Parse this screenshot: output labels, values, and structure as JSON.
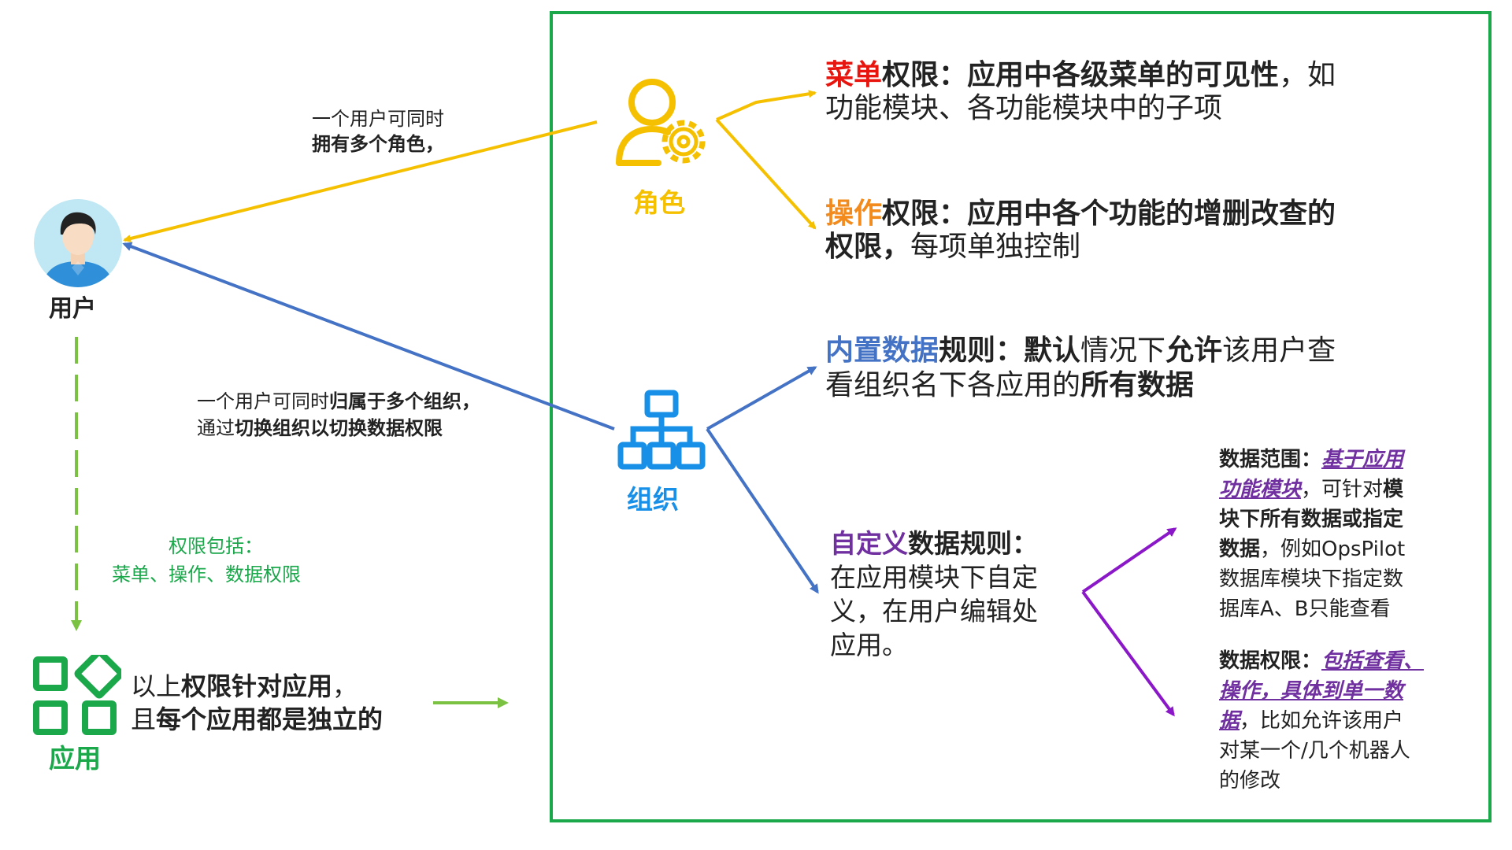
{
  "labels": {
    "user": "用户",
    "role": "角色",
    "org": "组织",
    "app": "应用"
  },
  "left_notes": {
    "user_roles_line1": "一个用户可同时",
    "user_roles_line2": "拥有多个角色，",
    "user_orgs_line1_a": "一个用户可同时",
    "user_orgs_line1_b": "归属于多个组织，",
    "user_orgs_line2_a": "通过",
    "user_orgs_line2_b": "切换组织以切换数据权限",
    "perm_includes_line1": "权限包括：",
    "perm_includes_line2": "菜单、操作、数据权限"
  },
  "app_text": {
    "line1_a": "以上",
    "line1_b": "权限针对应用",
    "line1_c": "，",
    "line2_a": "且",
    "line2_b": "每个应用都是独立的"
  },
  "role_items": {
    "menu_key": "菜单",
    "menu_title": "权限：应用中各级菜单的可见性",
    "menu_tail": "，如",
    "menu_line2": "功能模块、各功能模块中的子项",
    "op_key": "操作",
    "op_title": "权限：应用中各个功能的增删改查的",
    "op_line2_a": "权限，",
    "op_line2_b": "每项单独控制"
  },
  "org_items": {
    "builtin_key": "内置数据",
    "builtin_title": "规则：",
    "builtin_default": "默认",
    "builtin_mid": "情况下",
    "builtin_allow": "允许",
    "builtin_tail": "该用户查",
    "builtin_line2_a": "看组织名下各应用的",
    "builtin_line2_b": "所有数据",
    "custom_key": "自定义",
    "custom_title": "数据规则：",
    "custom_line2": "在应用模块下自定",
    "custom_line3": "义，在用户编辑处",
    "custom_line4": "应用。"
  },
  "scope_items": {
    "range_key": "数据范围：",
    "range_em1": "基于应用",
    "range_em2": "功能模块",
    "range_tail": "，可针对",
    "range_bold_a": "模",
    "range_bold_b": "块下所有数据或指定",
    "range_bold_c": "数据",
    "range_line4_tail": "，例如OpsPilot",
    "range_line5": "数据库模块下指定数",
    "range_line6": "据库A、B只能查看",
    "perm_key": "数据权限：",
    "perm_em1": "包括查看、",
    "perm_em2": "操作，具体到单一数",
    "perm_em3": "据",
    "perm_tail": "，比如允许该用户",
    "perm_line4": "对某一个/几个机器人",
    "perm_line5": "的修改"
  },
  "colors": {
    "frame": "#1aa84b",
    "role_yellow": "#f5c000",
    "org_blue": "#4472c4",
    "icon_blue": "#1890e8",
    "app_green": "#1aa84b",
    "dash_green": "#7cc242",
    "custom_purple": "#7030a0",
    "arrow_purple": "#8a18c8",
    "menu_red": "#e8140e",
    "op_orange": "#f28a1c"
  },
  "icons": [
    "user-avatar-icon",
    "role-gear-icon",
    "org-tree-icon",
    "app-grid-icon"
  ]
}
